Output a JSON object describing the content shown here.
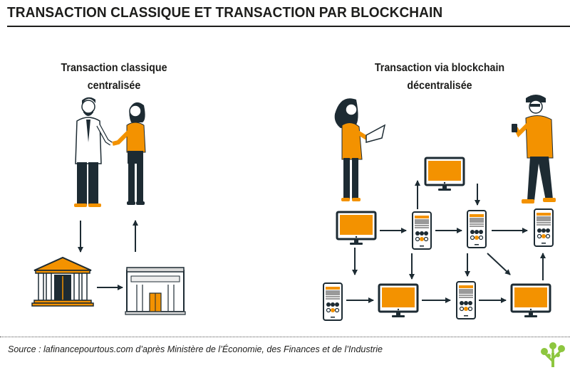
{
  "title": "TRANSACTION CLASSIQUE ET TRANSACTION PAR BLOCKCHAIN",
  "left": {
    "heading_line1": "Transaction classique",
    "heading_line2": "centralisée"
  },
  "right": {
    "heading_line1": "Transaction via blockchain",
    "heading_line2": "décentralisée"
  },
  "source": "Source : lafinancepourtous.com d’après Ministère de l’Économie, des Finances et de l’Industrie",
  "colors": {
    "accent": "#f39200",
    "dark": "#1d2b33",
    "text": "#1d1d1b",
    "logo": "#8dc63f"
  },
  "icons": [
    "bank-icon",
    "building-icon",
    "computer-icon",
    "smartphone-icon",
    "tree-logo-icon"
  ]
}
